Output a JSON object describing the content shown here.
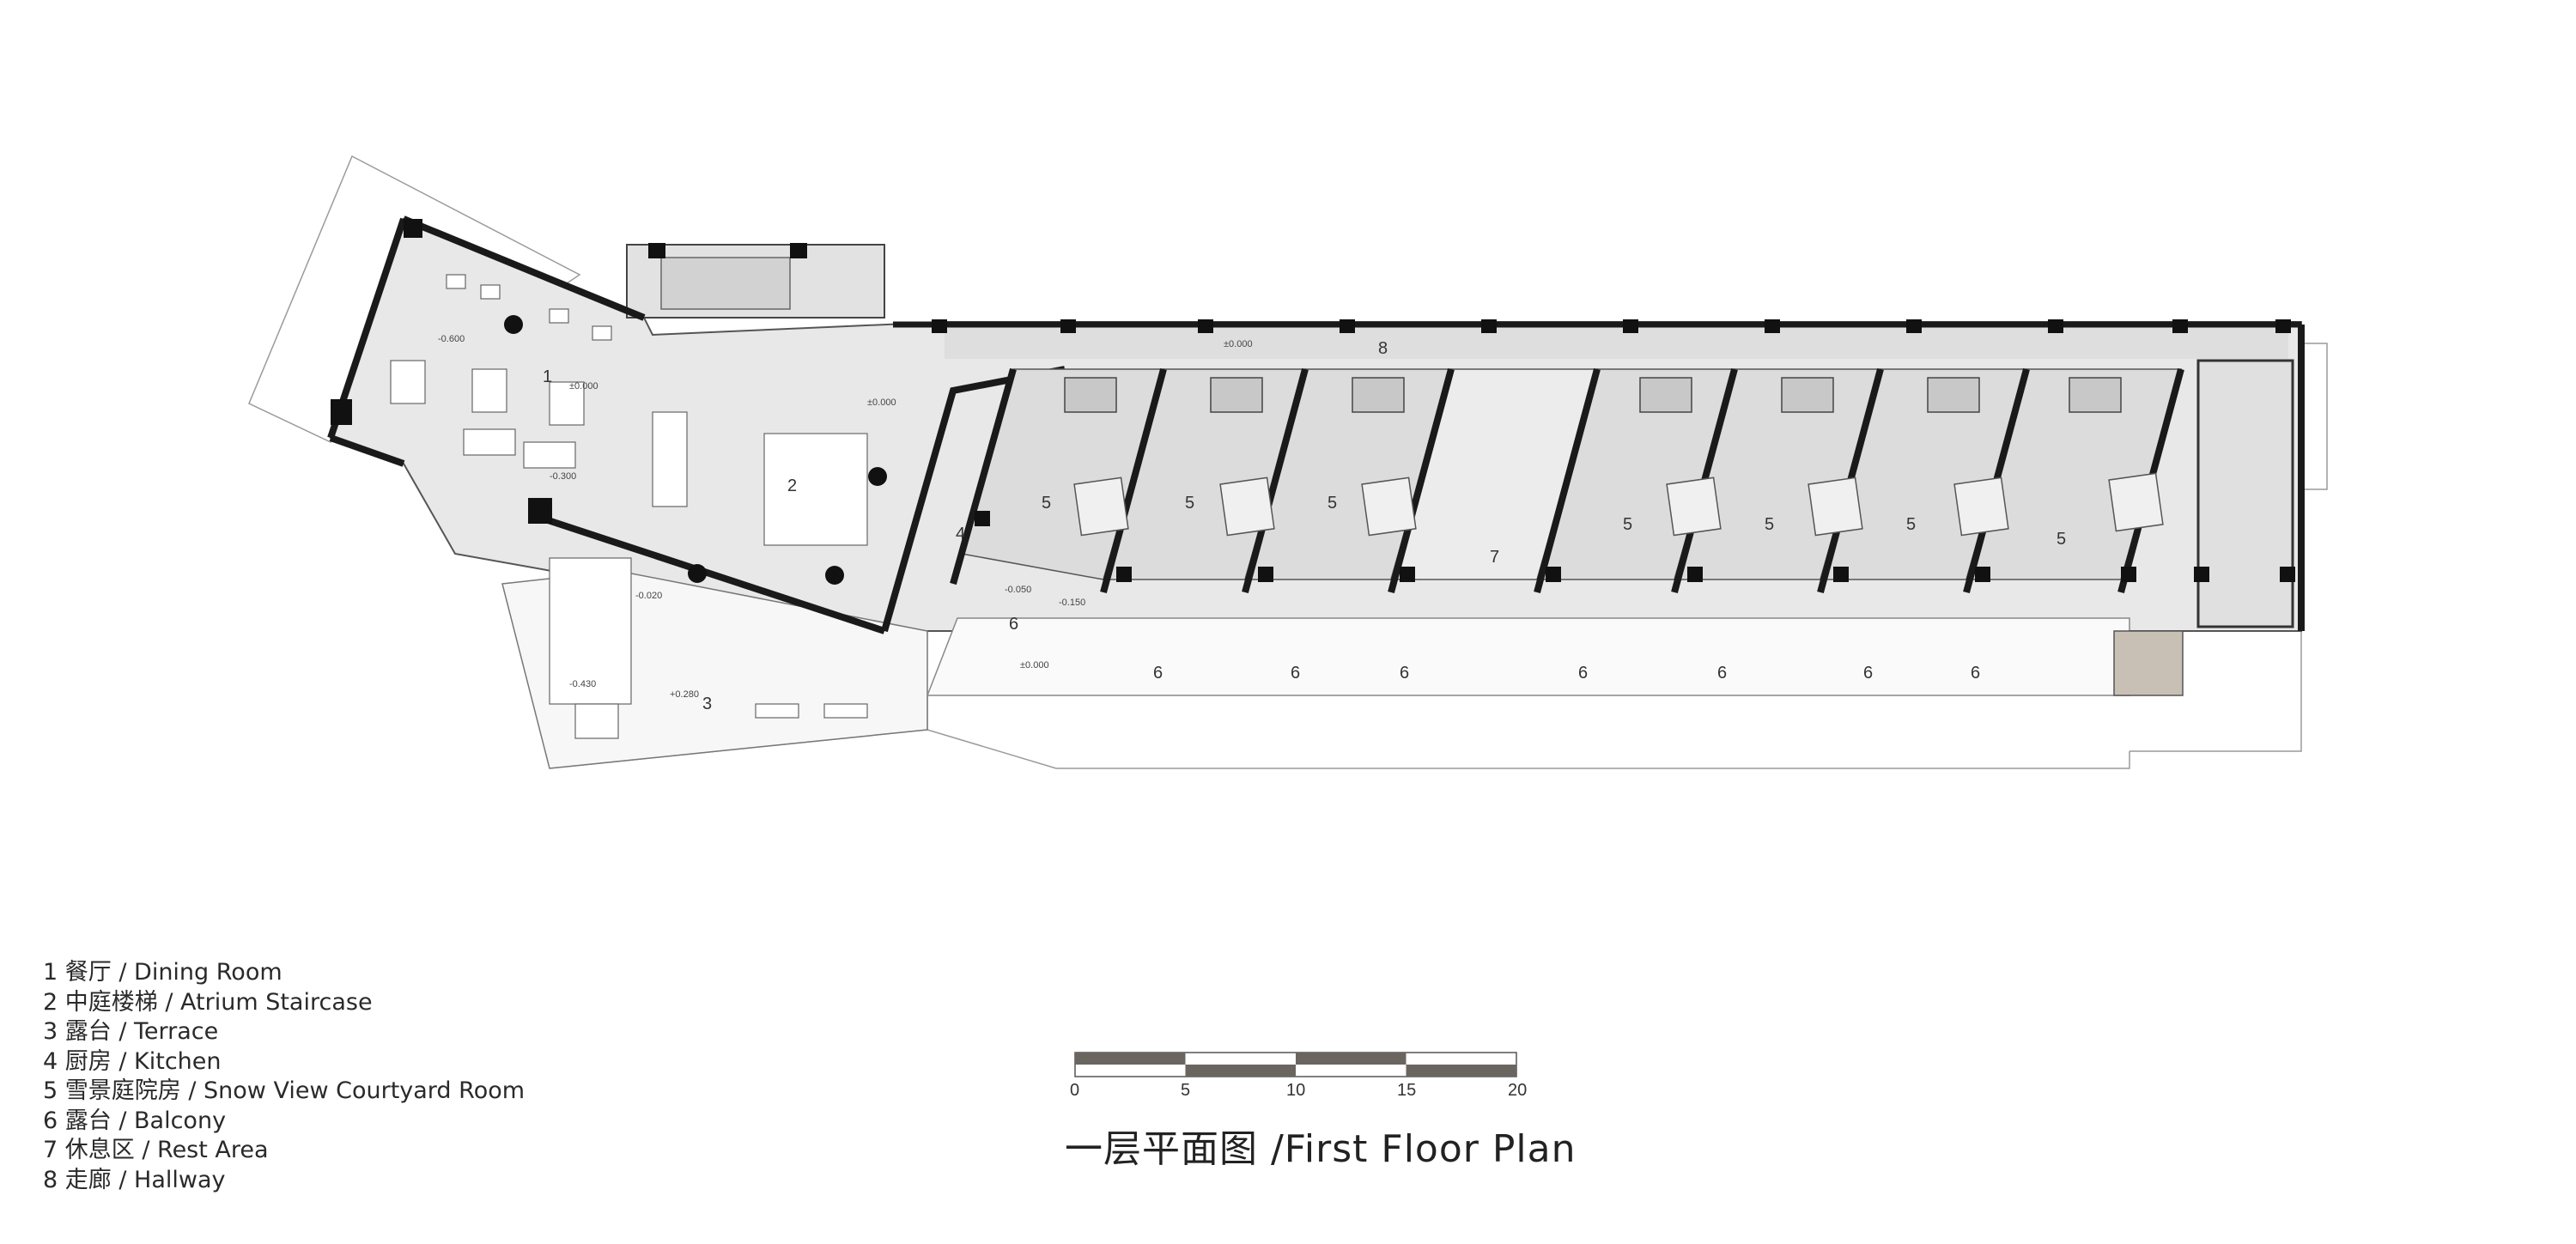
{
  "title": "一层平面图 /First Floor Plan",
  "legend": [
    "1 餐厅 / Dining Room",
    "2 中庭楼梯 / Atrium Staircase",
    "3 露台 / Terrace",
    "4 厨房 / Kitchen",
    "5 雪景庭院房 / Snow View Courtyard Room",
    "6 露台 / Balcony",
    "7 休息区 / Rest Area",
    "8 走廊 / Hallway"
  ],
  "room_numbers": {
    "dining": "1",
    "staircase": "2",
    "terrace": "3",
    "kitchen": "4",
    "room": "5",
    "balcony": "6",
    "rest": "7",
    "hallway": "8"
  },
  "levels": {
    "a": "-0.600",
    "b": "±0.000",
    "c": "-0.300",
    "d": "±0.000",
    "e": "-0.020",
    "f": "-0.430",
    "g": "+0.280",
    "h": "-0.050",
    "i": "-0.150",
    "j": "±0.000",
    "k": "±0.000"
  },
  "scale_bar": {
    "ticks": [
      "0",
      "5",
      "10",
      "15",
      "20"
    ]
  },
  "colors": {
    "wall": "#1a1a1a",
    "floor": "#e6e6e6",
    "line": "#8a8a8a",
    "scale_dark": "#6b6560"
  }
}
